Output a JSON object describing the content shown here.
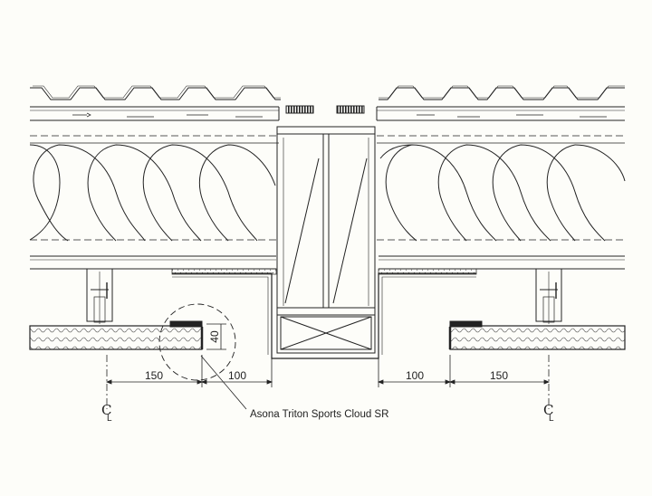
{
  "diagram": {
    "callout_label": "Asona Triton Sports Cloud SR",
    "centerline_mark": "C",
    "centerline_sub": "L",
    "dimensions": {
      "left_offset": "150",
      "left_gap": "100",
      "right_gap": "100",
      "right_offset": "150",
      "panel_thickness": "40"
    },
    "colors": {
      "line": "#222222",
      "background": "#fdfdf9"
    }
  }
}
